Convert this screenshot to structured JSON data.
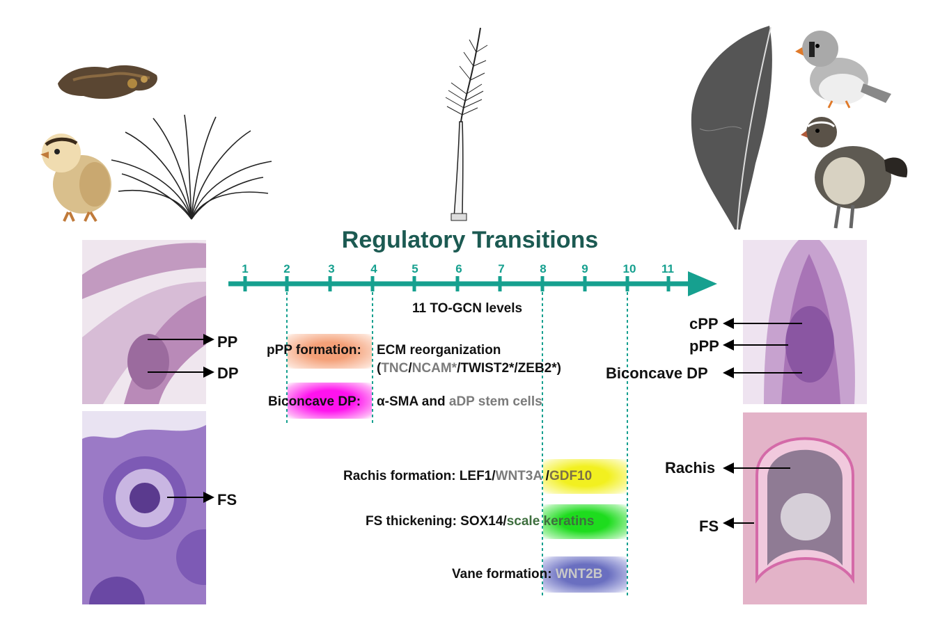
{
  "title": "Regulatory Transitions",
  "levels": [
    "1",
    "2",
    "3",
    "4",
    "5",
    "6",
    "7",
    "8",
    "9",
    "10",
    "11"
  ],
  "axis_caption": "11 TO-GCN levels",
  "rows": {
    "ppp": {
      "label": "pPP formation:",
      "text": "ECM reorganization",
      "paren_open": "(",
      "gene1": "TNC",
      "sep1": "/",
      "gene2": "NCAM*",
      "rest": "/TWIST2*/ZEB2*)"
    },
    "bdp": {
      "label": "Biconcave DP:",
      "text": "α-SMA and ",
      "genes": "aDP stem cells"
    },
    "rachis": {
      "label": "Rachis formation: LEF1/",
      "gene1": "WNT3A",
      "sep": " /",
      "gene2": "GDF10"
    },
    "fs": {
      "label": "FS thickening: SOX14/",
      "genes": "scale keratins"
    },
    "vane": {
      "label": "Vane formation:",
      "gene": " WNT2B"
    }
  },
  "left_labels": {
    "pp": "PP",
    "dp": "DP",
    "fs": "FS"
  },
  "right_labels": {
    "cpp": "cPP",
    "ppp": "pPP",
    "bdp": "Biconcave DP",
    "rachis": "Rachis",
    "fs": "FS"
  },
  "colors": {
    "arrow": "#16a08f",
    "ppp_box": "#f4a078",
    "bdp_box": "#ff12ee",
    "rachis_box": "#f2f020",
    "fs_box": "#1edc1e",
    "vane_box": "#6a6fc0"
  }
}
